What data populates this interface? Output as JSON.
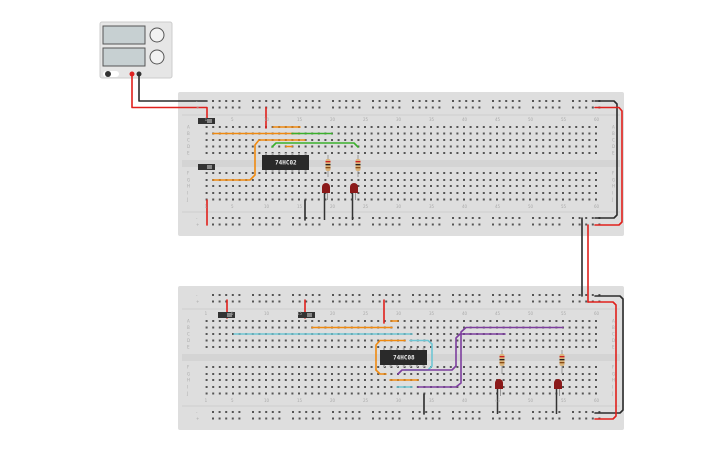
{
  "colors": {
    "board": "#dedede",
    "hole": "#555555",
    "red": "#e0201c",
    "black": "#2b2b2b",
    "orange": "#f08a10",
    "green": "#3ab02c",
    "cyan": "#6ec6d4",
    "purple": "#7d3e9e",
    "led": "#8b1a1a",
    "chip": "#2a2a2a"
  },
  "power_supply": {
    "icon": "power-supply-icon"
  },
  "breadboards": [
    {
      "chip_label": "74HC02"
    },
    {
      "chip_label": "74HC08"
    }
  ],
  "row_letters": [
    "A",
    "B",
    "C",
    "D",
    "E",
    "F",
    "G",
    "H",
    "I",
    "J"
  ],
  "column_numbers": [
    "1",
    "5",
    "10",
    "15",
    "20",
    "25",
    "30",
    "35",
    "40",
    "45",
    "50",
    "55",
    "60"
  ],
  "rail_signs": [
    "-",
    "+"
  ]
}
